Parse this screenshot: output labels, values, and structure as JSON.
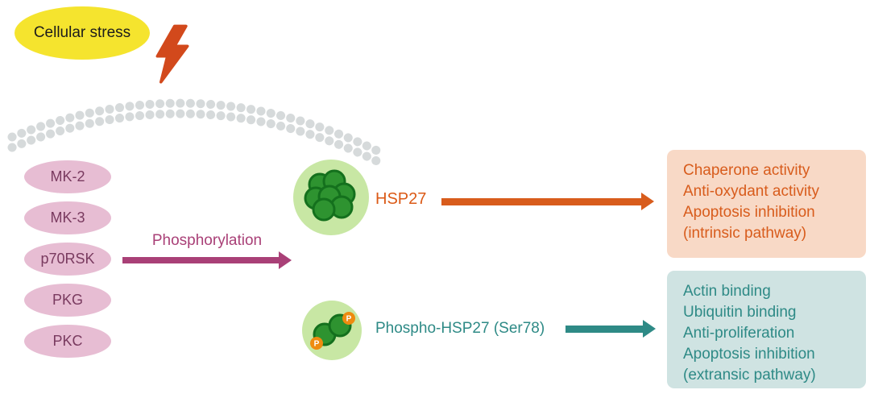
{
  "diagram": {
    "stress_label": "Cellular stress",
    "kinases": [
      "MK-2",
      "MK-3",
      "p70RSK",
      "PKG",
      "PKC"
    ],
    "phosphorylation_label": "Phosphorylation",
    "hsp27_label": "HSP27",
    "phospho_hsp27_label": "Phospho-HSP27 (Ser78)",
    "phosphate_badge": "P",
    "outcomes_hsp27": [
      "Chaperone activity",
      "Anti-oxydant activity",
      "Apoptosis inhibition",
      "(intrinsic pathway)"
    ],
    "outcomes_phospho": [
      "Actin binding",
      "Ubiquitin binding",
      "Anti-proliferation",
      "Apoptosis inhibition",
      "(extransic pathway)"
    ]
  },
  "colors": {
    "stress_fill": "#f5e42e",
    "lightning": "#d2491c",
    "membrane_bead": "#d6dadb",
    "kinase_fill": "#e7bdd3",
    "kinase_text": "#793a5f",
    "phosphorylation_magenta": "#a94077",
    "hsp27_orange": "#d85c1c",
    "oligomer_background": "#c8e7a4",
    "oligomer_unit_green": "#2e9330",
    "phosphate_orange": "#ee8b10",
    "teal": "#2e8a86",
    "box_orange_bg": "#f8d9c6",
    "box_teal_bg": "#cfe3e2"
  }
}
